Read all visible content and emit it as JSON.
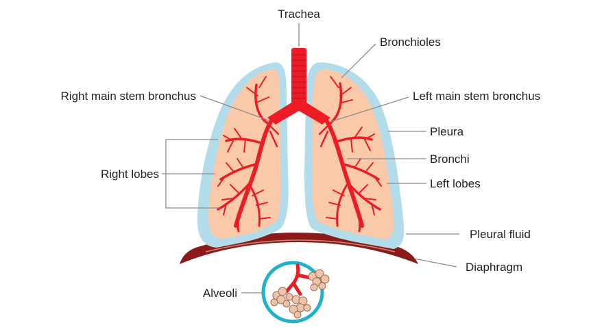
{
  "labels": {
    "trachea": "Trachea",
    "bronchioles": "Bronchioles",
    "right_main_stem_bronchus": "Right main stem bronchus",
    "left_main_stem_bronchus": "Left main stem bronchus",
    "pleura": "Pleura",
    "bronchi": "Bronchi",
    "right_lobes": "Right lobes",
    "left_lobes": "Left lobes",
    "pleural_fluid": "Pleural fluid",
    "diaphragm": "Diaphragm",
    "alveoli": "Alveoli"
  },
  "colors": {
    "lung_tissue": "#f9c9a9",
    "pleural_fluid": "#b3dcea",
    "airway": "#ed1c24",
    "diaphragm": "#8b1a1a",
    "diaphragm_highlight": "#c98b74",
    "alveoli": "#edc4aa",
    "alveoli_ring": "#1fb2cc",
    "leader_line": "#8c8c8c"
  }
}
